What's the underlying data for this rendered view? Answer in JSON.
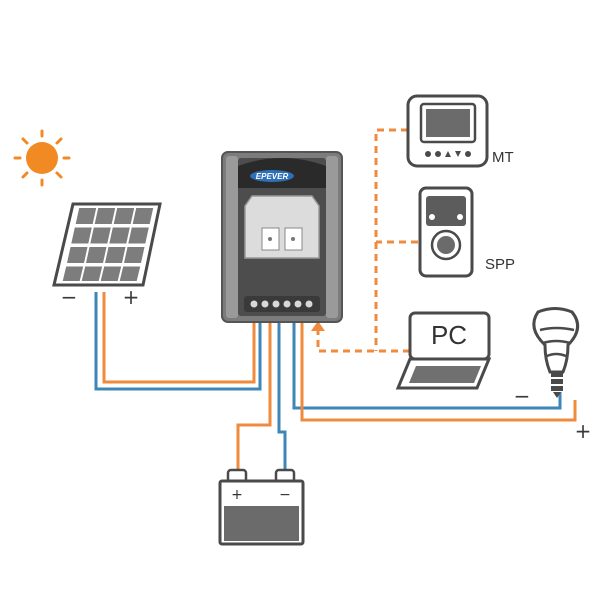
{
  "controller": {
    "brand": "EPEVER"
  },
  "panel": {
    "minus_sign": "−",
    "plus_sign": "+"
  },
  "battery": {
    "plus_sign": "+",
    "minus_sign": "−"
  },
  "devices": {
    "mt_label": "MT",
    "spp_label": "SPP",
    "pc_label": "PC"
  },
  "load": {
    "minus_sign": "−",
    "plus_sign": "+"
  },
  "colors": {
    "positive_wire": "#F08A3C",
    "negative_wire": "#3D86B8",
    "comm_link": "#F08A3C",
    "sun": "#F28A24",
    "outline": "#4a4a4a"
  }
}
